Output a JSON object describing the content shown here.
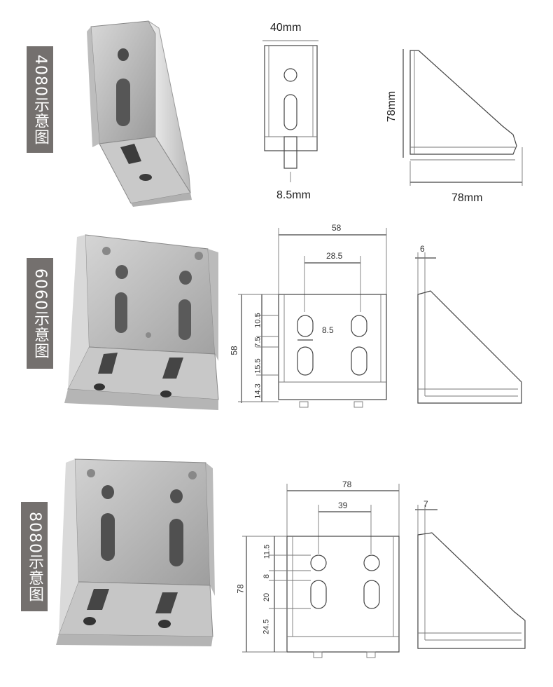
{
  "panels": [
    {
      "label": "4080示意图",
      "dims": {
        "width_top": "40mm",
        "slot_bottom": "8.5mm",
        "height_side": "78mm",
        "width_side": "78mm"
      }
    },
    {
      "label": "6060示意图",
      "dims": {
        "width_top": "58",
        "inner": "28.5",
        "thickness": "6",
        "height_left": "58",
        "v1": "10.5",
        "v2": "7.5",
        "v3": "15.5",
        "v4": "14.3",
        "slot": "8.5"
      }
    },
    {
      "label": "8080示意图",
      "dims": {
        "width_top": "78",
        "inner": "39",
        "thickness": "7",
        "height_left": "78",
        "v1": "11.5",
        "v2": "8",
        "v3": "20",
        "v4": "24.5"
      }
    }
  ]
}
